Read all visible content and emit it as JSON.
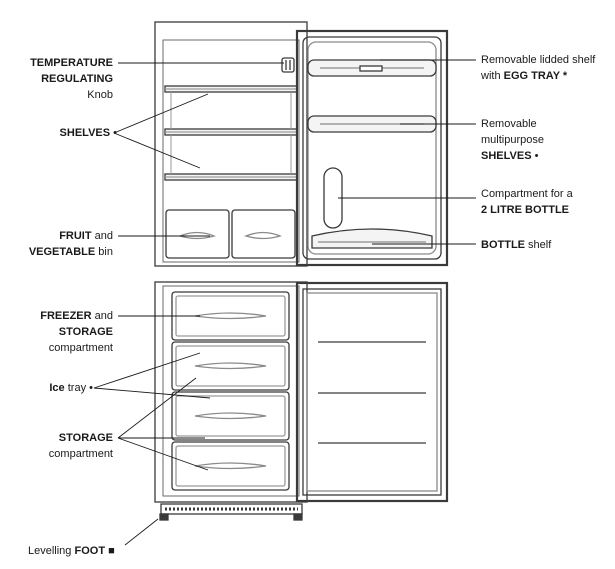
{
  "labels": {
    "temperature": {
      "line1": "TEMPERATURE",
      "line2": "REGULATING",
      "line3": "Knob"
    },
    "shelves_left": {
      "text": "SHELVES",
      "marker": " •"
    },
    "fruit": {
      "bold1": "FRUIT",
      "mid": " and",
      "bold2": "VEGETABLE",
      "tail": " bin"
    },
    "freezer": {
      "bold1": "FREEZER",
      "mid": " and",
      "bold2": "STORAGE",
      "line3": "compartment"
    },
    "ice_tray": {
      "bold": "Ice",
      "tail": " tray",
      "marker": " •"
    },
    "storage": {
      "bold": "STORAGE",
      "line2": "compartment"
    },
    "foot": {
      "plain": "Levelling ",
      "bold": "FOOT",
      "marker": " ■"
    },
    "egg_shelf": {
      "line1": "Removable lidded shelf",
      "plain": "with ",
      "bold": "EGG TRAY",
      "marker": " *"
    },
    "multi_shelves": {
      "line1": "Removable",
      "line2": "multipurpose",
      "bold": "SHELVES",
      "marker": " •"
    },
    "bottle_comp": {
      "line1": "Compartment for a",
      "bold": "2 LITRE BOTTLE"
    },
    "bottle_shelf": {
      "bold": "BOTTLE",
      "tail": " shelf"
    }
  },
  "colors": {
    "stroke": "#3a3a3a",
    "light": "#9a9a9a",
    "fill": "#f4f4f4"
  }
}
